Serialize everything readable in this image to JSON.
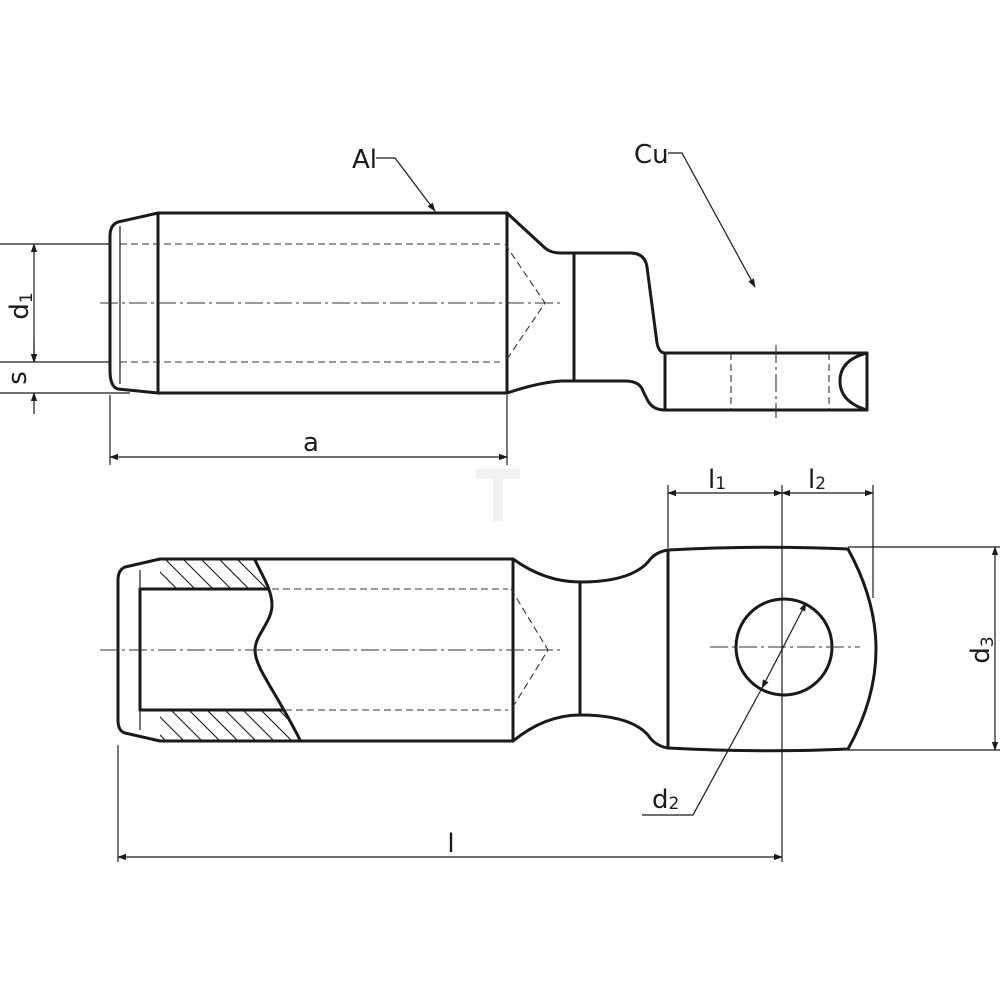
{
  "labels": {
    "al": "Al",
    "cu": "Cu",
    "d1_main": "d",
    "d1_sub": "1",
    "s": "s",
    "a": "a",
    "l1_main": "l",
    "l1_sub": "1",
    "l2_main": "l",
    "l2_sub": "2",
    "d3_main": "d",
    "d3_sub": "3",
    "d2_main": "d",
    "d2_sub": "2",
    "l": "l"
  },
  "colors": {
    "line": "#1a1a1a",
    "background": "#ffffff"
  }
}
